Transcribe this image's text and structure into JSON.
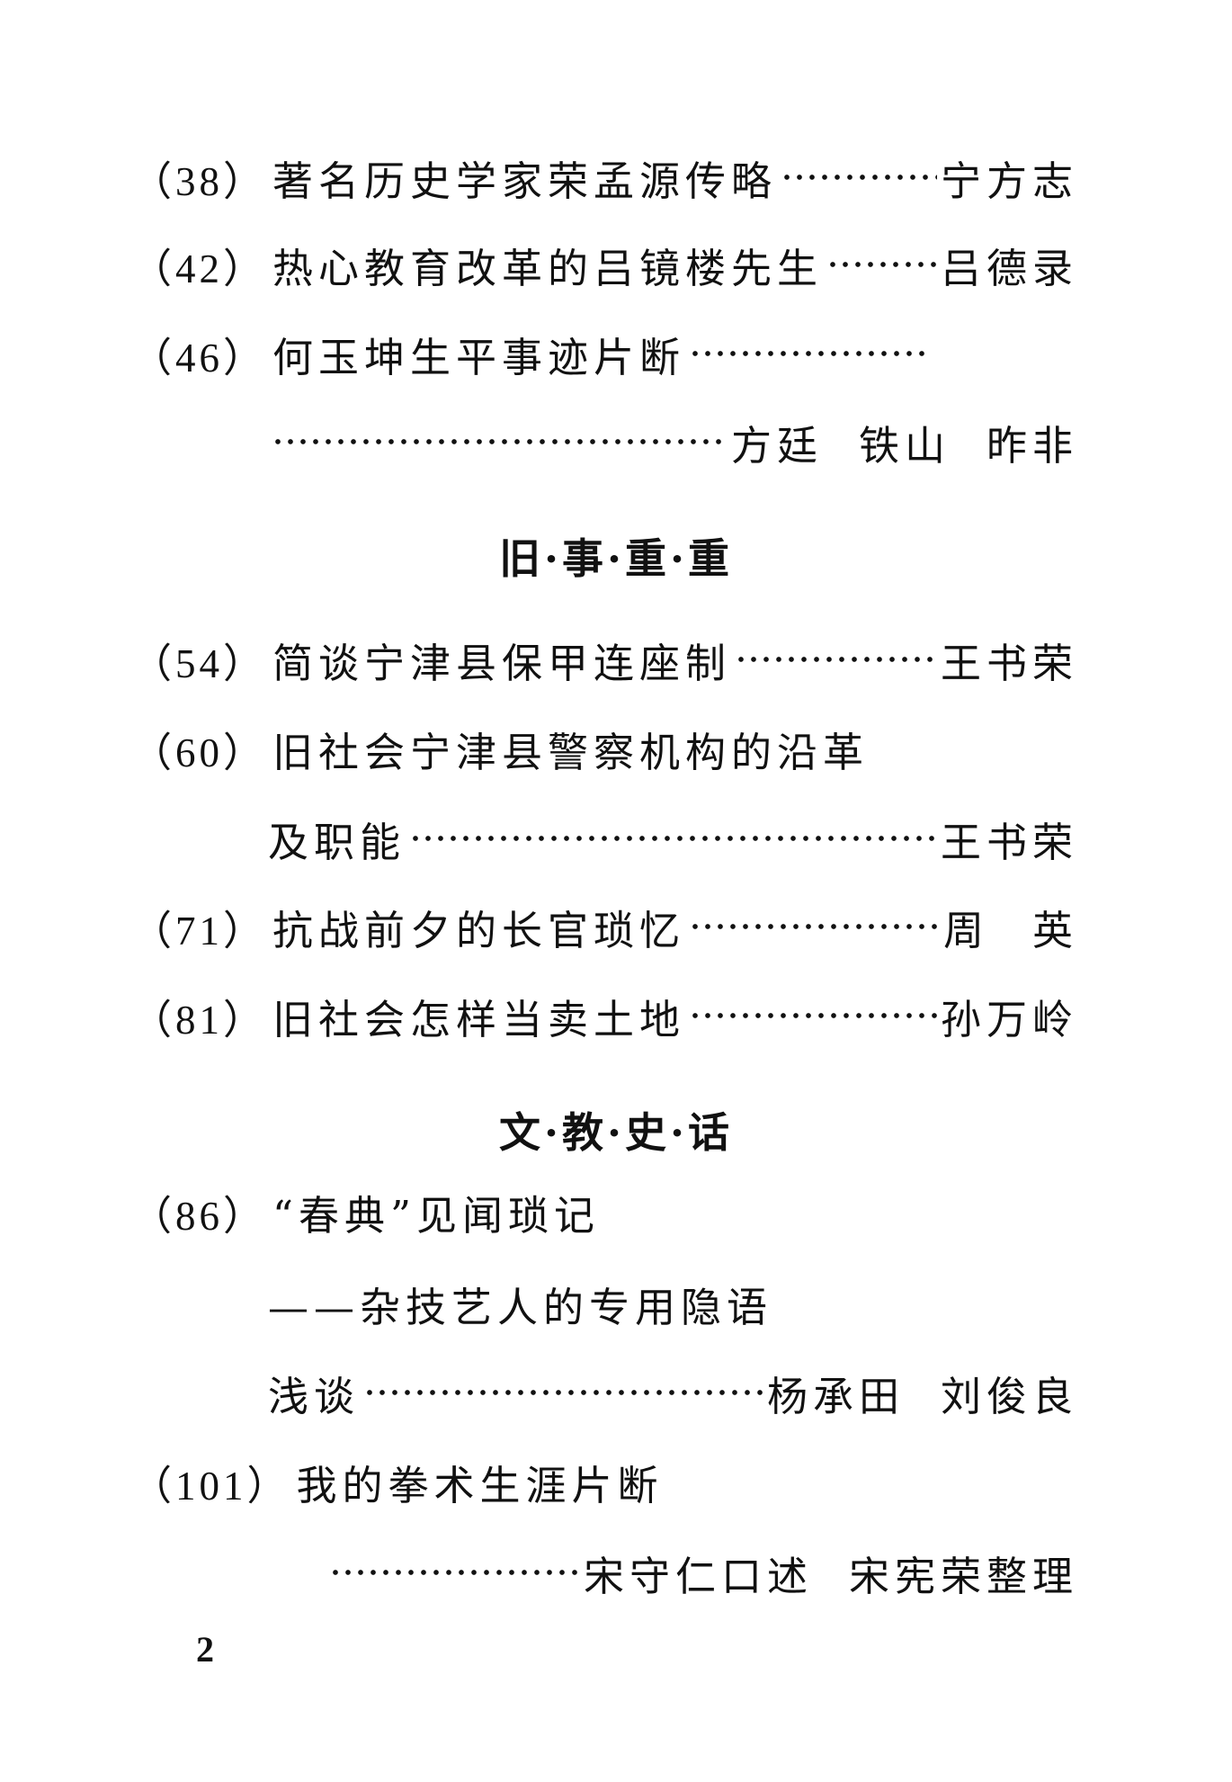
{
  "entries": [
    {
      "page": "（38）",
      "title": "著名历史学家荣孟源传略",
      "author": "宁方志"
    },
    {
      "page": "（42）",
      "title": "热心教育改革的吕镜楼先生",
      "author": "吕德录"
    },
    {
      "page": "（46）",
      "title": "何玉坤生平事迹片断",
      "authors": [
        "方廷",
        "铁山",
        "昨非"
      ]
    },
    {
      "page": "（54）",
      "title": "简谈宁津县保甲连座制",
      "author": "王书荣"
    },
    {
      "page": "（60）",
      "title": "旧社会宁津县警察机构的沿革",
      "title_cont": "及职能",
      "author": "王书荣"
    },
    {
      "page": "（71）",
      "title": "抗战前夕的长官琐忆",
      "authors": [
        "周",
        "英"
      ]
    },
    {
      "page": "（81）",
      "title": "旧社会怎样当卖土地",
      "author": "孙万岭"
    },
    {
      "page": "（86）",
      "title": "“春典”见闻琐记",
      "subtitle": "——杂技艺人的专用隐语",
      "title_cont": "浅谈",
      "authors": [
        "杨承田",
        "刘俊良"
      ]
    },
    {
      "page": "（101）",
      "title": "我的拳术生涯片断",
      "authors": [
        "宋守仁口述",
        "宋宪荣整理"
      ]
    }
  ],
  "sections": [
    "旧·事·重·重",
    "文·教·史·话"
  ],
  "page_number": "2"
}
